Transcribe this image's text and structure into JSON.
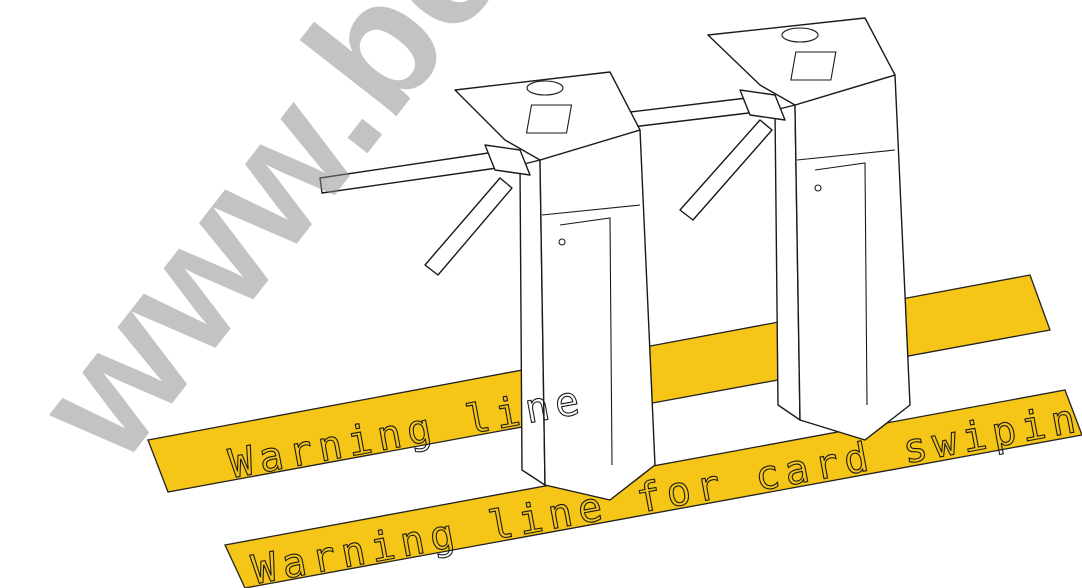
{
  "watermark": "www.bez",
  "labels": {
    "back_line": "Warning line",
    "front_line": "Warning line for card swiping"
  },
  "colors": {
    "warning_strip": "#F5C518",
    "line": "#1a1a1a"
  },
  "icons": [
    "rfid-card-reader-icon",
    "rfid-card-reader-icon"
  ]
}
